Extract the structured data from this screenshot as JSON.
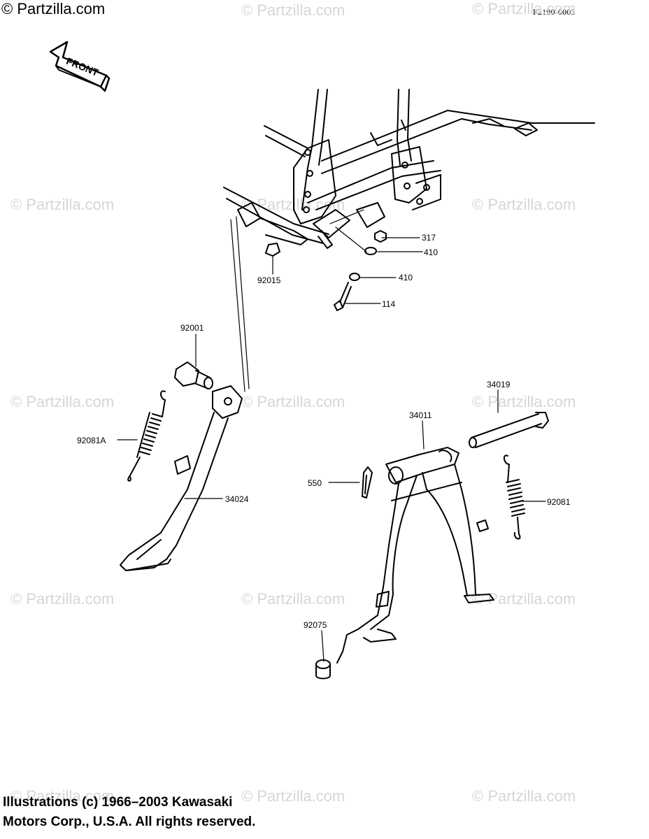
{
  "header": {
    "site_mark": "© Partzilla.com",
    "diagram_code": "F2190-0003"
  },
  "watermark_text": "© Partzilla.com",
  "front_arrow_label": "FRONT",
  "callouts": {
    "p317": "317",
    "p410a": "410",
    "p92015": "92015",
    "p410b": "410",
    "p114": "114",
    "p92001": "92001",
    "p34019": "34019",
    "p34011": "34011",
    "p92081A": "92081A",
    "p550": "550",
    "p34024": "34024",
    "p92081": "92081",
    "p92075": "92075"
  },
  "footer": {
    "line1": "Illustrations (c) 1966–2003 Kawasaki",
    "line2": "Motors Corp., U.S.A.  All rights reserved."
  }
}
